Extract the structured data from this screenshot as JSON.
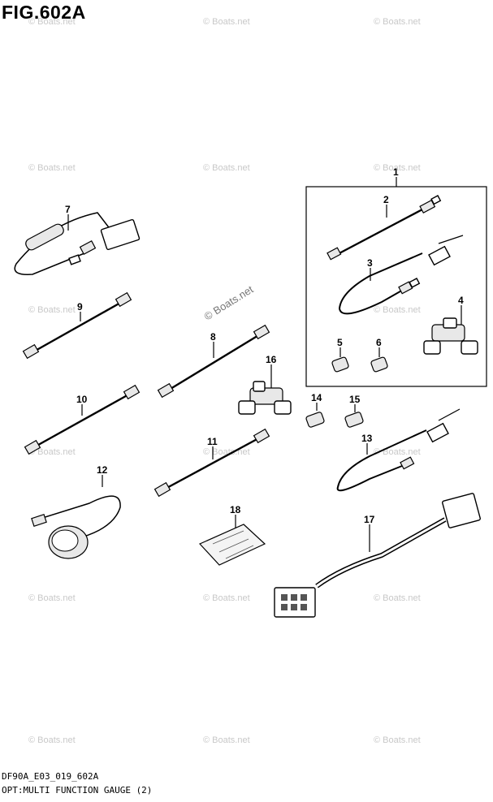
{
  "figure": {
    "title": "FIG.602A",
    "code": "DF90A_E03_019_602A",
    "caption": "OPT:MULTI FUNCTION GAUGE (2)"
  },
  "watermark": {
    "text": "© Boats.net"
  },
  "callouts": [
    "1",
    "2",
    "3",
    "4",
    "5",
    "6",
    "7",
    "8",
    "9",
    "10",
    "11",
    "12",
    "13",
    "14",
    "15",
    "16",
    "17",
    "18"
  ]
}
